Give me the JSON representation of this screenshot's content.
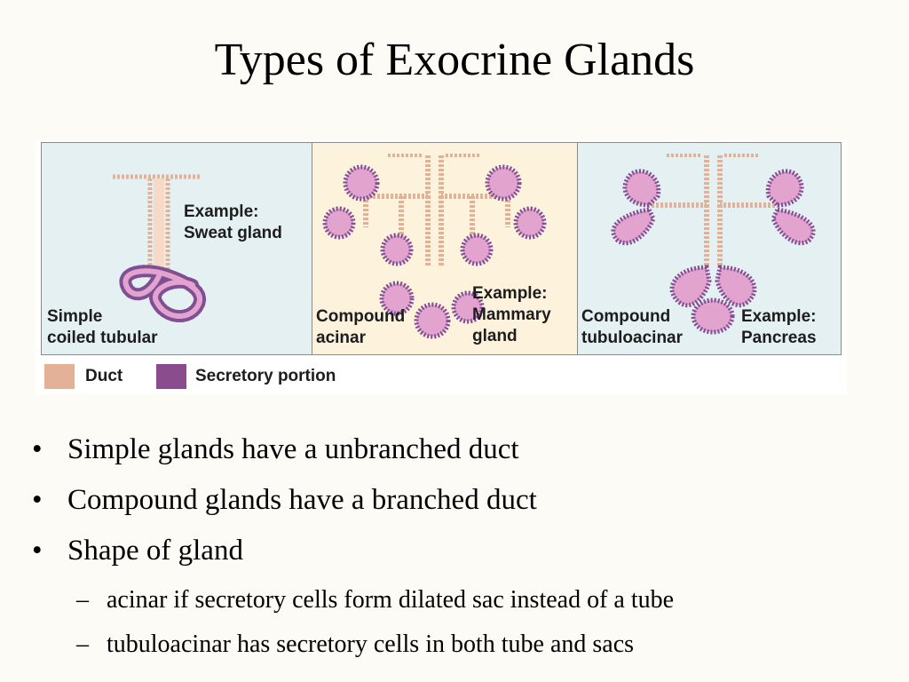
{
  "title": "Types of Exocrine Glands",
  "figure": {
    "panels": [
      {
        "type_label": "Simple\ncoiled tubular",
        "example_label": "Example:\nSweat gland"
      },
      {
        "type_label": "Compound\nacinar",
        "example_label": "Example:\nMammary\ngland"
      },
      {
        "type_label": "Compound\ntubuloacinar",
        "example_label": "Example:\nPancreas"
      }
    ],
    "legend": [
      {
        "label": "Duct",
        "color": "#e2b196"
      },
      {
        "label": "Secretory portion",
        "color": "#8a4c8c"
      }
    ],
    "colors": {
      "duct": "#e2b196",
      "secretory_fill": "#e2a3cf",
      "secretory_cells": "#7f4f93",
      "panel_blue": "#e4f0f2",
      "panel_cream": "#fdf2dc"
    }
  },
  "bullets": [
    {
      "text": "Simple glands have a unbranched duct"
    },
    {
      "text": "Compound glands have a branched duct"
    },
    {
      "text": "Shape of gland"
    }
  ],
  "sub_bullets": [
    {
      "text": "acinar if secretory cells form dilated sac instead of a tube"
    },
    {
      "text": "tubuloacinar has secretory cells in both tube and sacs"
    }
  ],
  "bullet_marker": "•",
  "sub_marker": "–"
}
